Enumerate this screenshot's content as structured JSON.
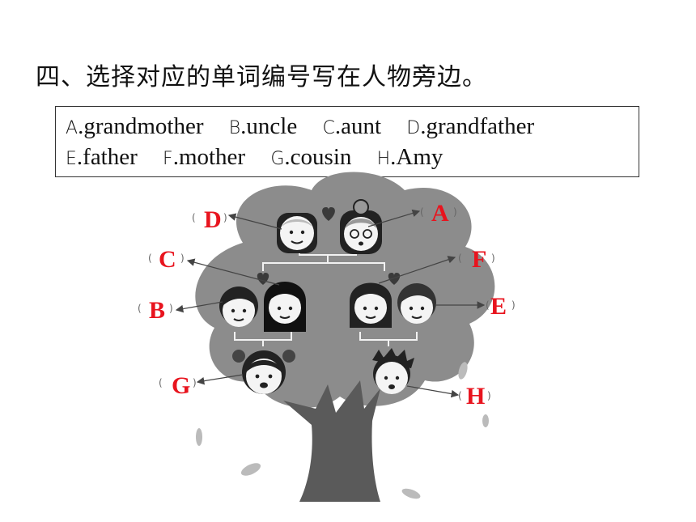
{
  "instruction": "四、选择对应的单词编号写在人物旁边。",
  "word_bank": [
    {
      "letter": "A",
      "word": ".grandmother"
    },
    {
      "letter": "B",
      "word": ".uncle"
    },
    {
      "letter": "C",
      "word": ".aunt"
    },
    {
      "letter": "D",
      "word": ".grandfather"
    },
    {
      "letter": "E",
      "word": ".father"
    },
    {
      "letter": "F",
      "word": ".mother"
    },
    {
      "letter": "G",
      "word": ".cousin"
    },
    {
      "letter": "H",
      "word": ".Amy"
    }
  ],
  "labels": {
    "grandfather": {
      "open": "(",
      "answer": "D",
      "close": ")"
    },
    "grandmother": {
      "open": "(",
      "answer": "A",
      "close": ")"
    },
    "aunt": {
      "open": "(",
      "answer": "C",
      "close": ")"
    },
    "mother": {
      "open": "(",
      "answer": "F",
      "close": ")"
    },
    "uncle": {
      "open": "(",
      "answer": "B",
      "close": ")"
    },
    "father": {
      "open": "(",
      "answer": "E",
      "close": ")"
    },
    "cousin": {
      "open": "(",
      "answer": "G",
      "close": ")"
    },
    "amy": {
      "open": "(",
      "answer": "H",
      "close": ")"
    }
  },
  "colors": {
    "answer": "#e8141e",
    "tree_canopy": "#8c8c8c",
    "trunk": "#5a5a5a"
  }
}
